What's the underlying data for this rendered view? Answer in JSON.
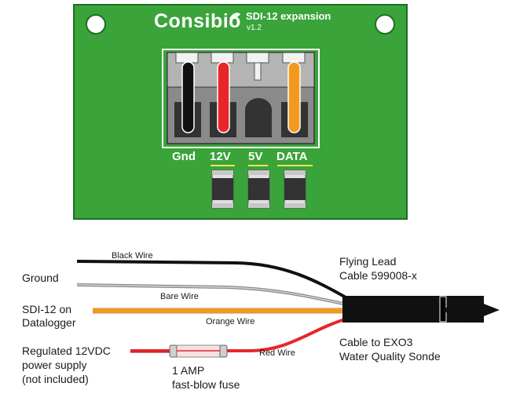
{
  "board": {
    "brand": "Consibio",
    "product": "SDI-12 expansion",
    "version": "v1.2",
    "pins": [
      {
        "label": "Gnd",
        "wire_color": "#111111"
      },
      {
        "label": "12V",
        "wire_color": "#e8262a"
      },
      {
        "label": "5V",
        "wire_color": null
      },
      {
        "label": "DATA",
        "wire_color": "#f39a1e"
      }
    ]
  },
  "labels": {
    "ground": "Ground",
    "sdi12_line1": "SDI-12 on",
    "sdi12_line2": "Datalogger",
    "power_line1": "Regulated 12VDC",
    "power_line2": "power supply",
    "power_line3": "(not included)",
    "fuse_line1": "1 AMP",
    "fuse_line2": "fast-blow fuse",
    "lead_line1": "Flying Lead",
    "lead_line2": "Cable 599008-x",
    "exo_line1": "Cable to EXO3",
    "exo_line2": "Water Quality Sonde",
    "black_wire": "Black Wire",
    "bare_wire": "Bare Wire",
    "orange_wire": "Orange Wire",
    "red_wire": "Red Wire"
  },
  "colors": {
    "board_green": "#3aa43a",
    "board_outline": "#1f6e22",
    "black_wire": "#111111",
    "bare_wire": "#9a9a9a",
    "orange_wire": "#f39a1e",
    "red_wire": "#e8262a"
  }
}
